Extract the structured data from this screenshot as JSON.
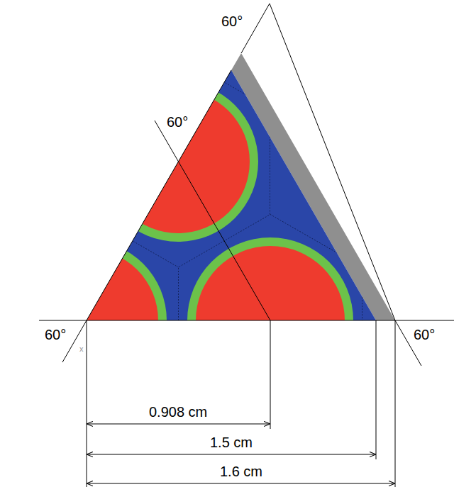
{
  "diagram": {
    "labels": [
      "60°",
      "60°",
      "60°",
      "60°",
      "x",
      "0.908 cm",
      "1.5 cm",
      "1.6 cm"
    ]
  }
}
